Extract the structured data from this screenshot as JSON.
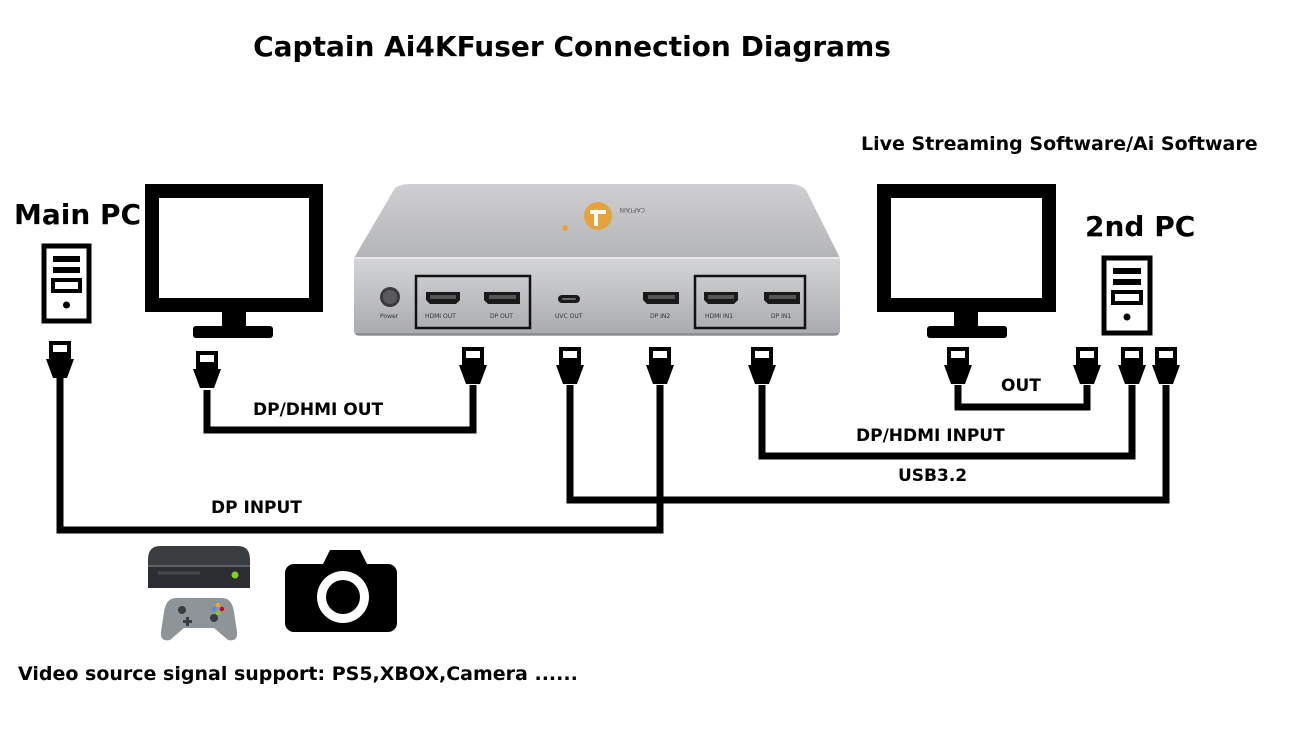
{
  "title": "Captain Ai4KFuser Connection Diagrams",
  "labels": {
    "live_streaming": "Live Streaming Software/Ai Software",
    "main_pc": "Main PC",
    "second_pc": "2nd PC",
    "dp_hdmi_out": "DP/DHMI OUT",
    "out": "OUT",
    "dp_hdmi_input": "DP/HDMI INPUT",
    "usb": "USB3.2",
    "dp_input": "DP INPUT",
    "footer": "Video source signal support: PS5,XBOX,Camera ......"
  },
  "device": {
    "brand": "CAPTAIN",
    "ports": {
      "power": "Power",
      "hdmi_out": "HDMI OUT",
      "dp_out": "DP OUT",
      "uvc_out": "UVC OUT",
      "dp_in2": "DP IN2",
      "hdmi_in1": "HDMI IN1",
      "dp_in1": "DP IN1"
    }
  },
  "icons": {
    "computer": "pc-tower-icon",
    "monitor": "monitor-icon",
    "console": "game-console-icon",
    "controller": "gamepad-icon",
    "camera": "camera-icon"
  }
}
